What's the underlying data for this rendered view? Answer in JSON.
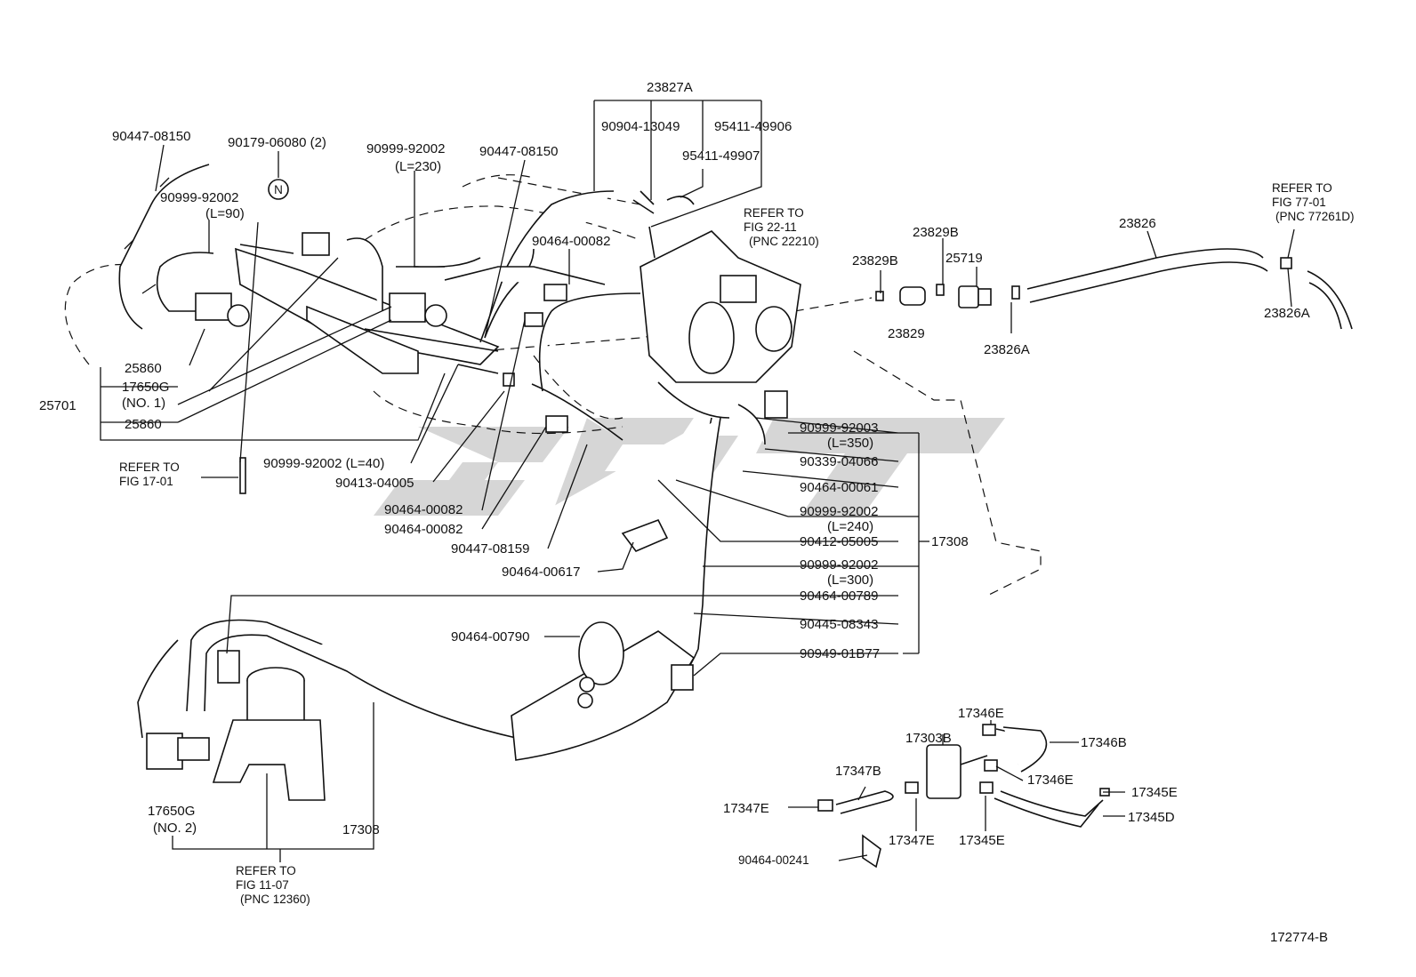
{
  "labels": {
    "p23827A": "23827A",
    "p90447_08150_a": "90447-08150",
    "p90179": "90179-06080 (2)",
    "p90999_92002_230": "90999-92002",
    "l230": "(L=230)",
    "p90447_08150_b": "90447-08150",
    "p90904": "90904-13049",
    "p95411_906": "95411-49906",
    "p95411_907": "95411-49907",
    "p90999_92002_90": "90999-92002",
    "l90": "(L=90)",
    "p90464_00082_top": "90464-00082",
    "ref22_1": "REFER TO",
    "ref22_2": "FIG 22-11",
    "ref22_3": "(PNC 22210)",
    "ref77_1": "REFER TO",
    "ref77_2": "FIG 77-01",
    "ref77_3": "(PNC 77261D)",
    "p23826": "23826",
    "p23829B_l": "23829B",
    "p23829B_r": "23829B",
    "p25719": "25719",
    "p23829": "23829",
    "p23826A_l": "23826A",
    "p23826A_r": "23826A",
    "p25860_a": "25860",
    "p17650G_1": "17650G",
    "no1": "(NO. 1)",
    "p25701": "25701",
    "p25860_b": "25860",
    "ref17_1": "REFER TO",
    "ref17_2": "FIG 17-01",
    "p90999_92002_40": "90999-92002 (L=40)",
    "p90413": "90413-04005",
    "p90464_00082_a": "90464-00082",
    "p90464_00082_b": "90464-00082",
    "p90447_08159": "90447-08159",
    "p90464_00617": "90464-00617",
    "p90999_92003": "90999-92003",
    "l350": "(L=350)",
    "p90339": "90339-04066",
    "p90464_00061": "90464-00061",
    "p90999_92002_240": "90999-92002",
    "l240": "(L=240)",
    "p90412": "90412-05005",
    "p17308_r": "17308",
    "p90999_92002_300": "90999-92002",
    "l300": "(L=300)",
    "p90464_00789": "90464-00789",
    "p90445": "90445-08343",
    "p90464_00790": "90464-00790",
    "p90949": "90949-01B77",
    "p17346E_t": "17346E",
    "p17303B": "17303B",
    "p17346B": "17346B",
    "p17347B": "17347B",
    "p17346E_m": "17346E",
    "p17345E_r": "17345E",
    "p17347E_l": "17347E",
    "p17345D": "17345D",
    "p17347E_b": "17347E",
    "p17345E_b": "17345E",
    "p90464_00241": "90464-00241",
    "p17650G_2": "17650G",
    "no2": "(NO. 2)",
    "p17308_b": "17308",
    "ref11_1": "REFER TO",
    "ref11_2": "FIG 11-07",
    "ref11_3": "(PNC 12360)",
    "n_mark": "N",
    "figure_id": "172774-B"
  },
  "colors": {
    "line": "#111111",
    "watermark": "#c8c8c8",
    "background": "#ffffff"
  }
}
